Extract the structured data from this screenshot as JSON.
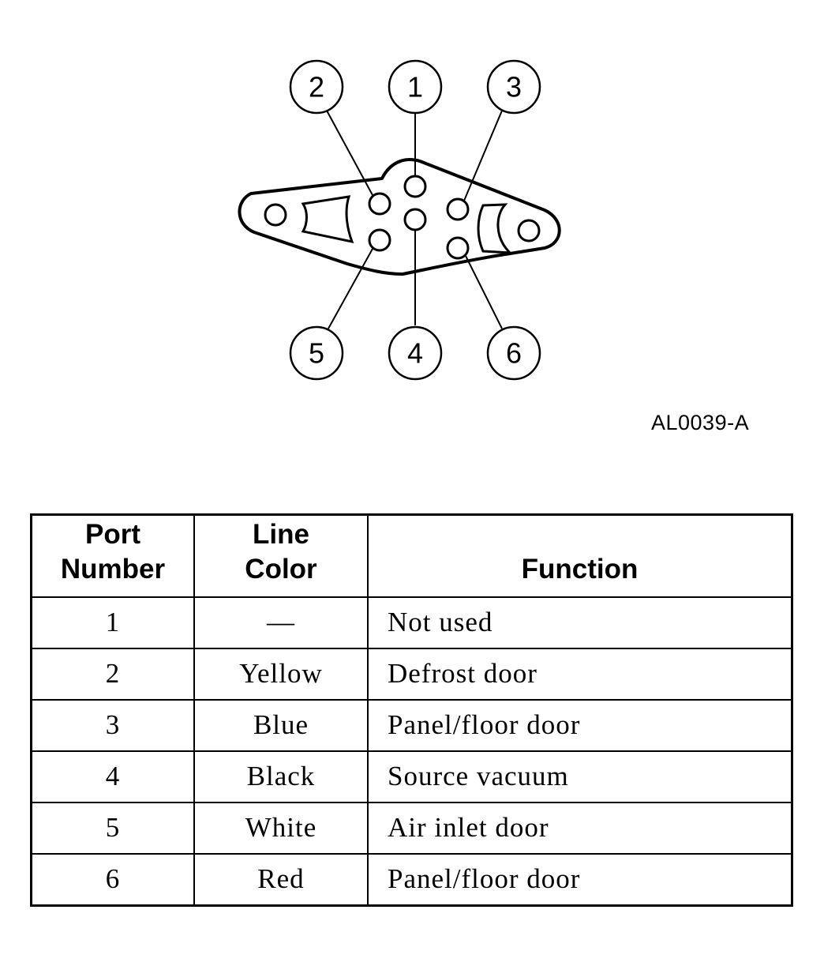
{
  "diagram": {
    "callouts": [
      "1",
      "2",
      "3",
      "4",
      "5",
      "6"
    ],
    "figure_id": "AL0039-A"
  },
  "table": {
    "headers": {
      "port": [
        "Port",
        "Number"
      ],
      "color": [
        "Line",
        "Color"
      ],
      "function": "Function"
    },
    "rows": [
      {
        "port": "1",
        "color": "—",
        "function": "Not used"
      },
      {
        "port": "2",
        "color": "Yellow",
        "function": "Defrost door"
      },
      {
        "port": "3",
        "color": "Blue",
        "function": "Panel/floor door"
      },
      {
        "port": "4",
        "color": "Black",
        "function": "Source vacuum"
      },
      {
        "port": "5",
        "color": "White",
        "function": "Air inlet door"
      },
      {
        "port": "6",
        "color": "Red",
        "function": "Panel/floor door"
      }
    ]
  }
}
